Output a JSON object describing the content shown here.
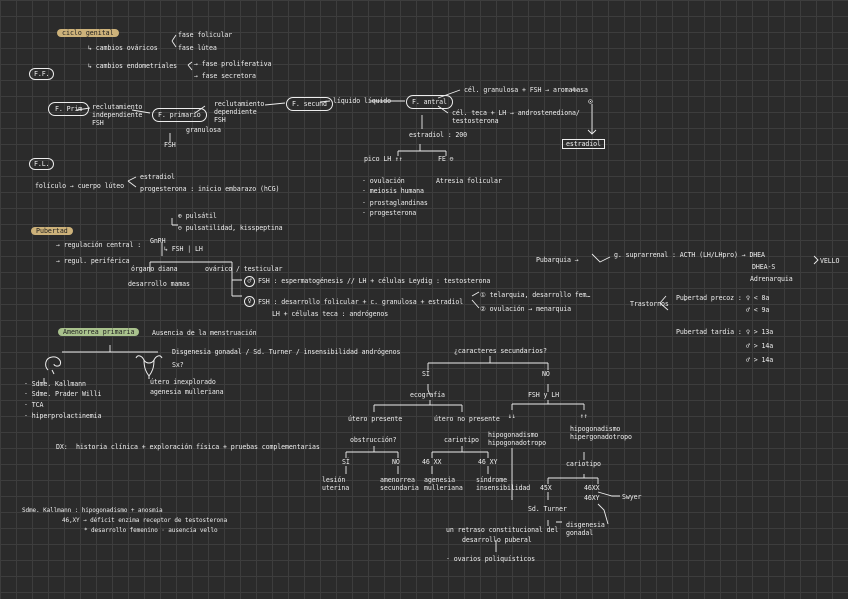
{
  "ciclo": {
    "header": "ciclo genital",
    "cambios_ovaricos": "cambios ováricos",
    "fase_folicular": "fase folicular",
    "fase_lutea": "fase lútea",
    "cambios_endometriales": "cambios endometriales",
    "fase_proliferativa": "fase proliferativa",
    "fase_secretora": "fase secretora"
  },
  "ff": {
    "label": "F.F.",
    "node_primordial": "F. Prim",
    "reclutamiento_indep": "reclutamiento independiente FSH",
    "node_primario": "F. primario",
    "granulosa": "granulosa",
    "fsh": "FSH",
    "reclutamiento_dep": "reclutamiento dependiente FSH",
    "node_secundario": "F. secund",
    "liquido": "líquido líquido",
    "node_antral": "F. antral",
    "cel_granulosa": "cél. granulosa + FSH → aromatasa",
    "cel_teca": "cél. teca + LH → androstenediona/ testosterona",
    "estradiol_box": "estradiol",
    "estradiol_200": "estradiol : 200",
    "pico_lh": "pico LH ↑↑",
    "fe_minus": "FE ⊖",
    "ovulacion": "· ovulación",
    "meiosis": "· meiosis humana",
    "prostaglandinas": "· prostaglandinas",
    "progesterona_item": "· progesterona",
    "atresia": "Atresia folicular"
  },
  "fl": {
    "label": "F.L.",
    "line1": "folículo → cuerpo lúteo",
    "estradiol": "estradiol",
    "progesterona": "progesterona : inicio embarazo (hCG)"
  },
  "pubertad": {
    "header": "Pubertad",
    "regulacion_central": "→ regulación central :",
    "regul_periferica": "→ regul. periférica",
    "gnrh_plus": "⊕ pulsátil",
    "gnrh_minus": "⊖ pulsatilidad, kisspeptina",
    "gnrh": "GnRH",
    "fsh_lh": "↳ FSH | LH",
    "organo_diana": "órgano diana",
    "desarrollo_mamas": "desarrollo mamas",
    "ovario_testicular": "ovárico / testicular",
    "male_line": "FSH : espermatogénesis // LH + células Leydig : testosterona",
    "female_line1": "FSH : desarrollo folicular + c. granulosa + estradiol",
    "female_line2": "LH + células teca : andrógenos",
    "female_b1": "① telarquia, desarrollo fem…",
    "female_b2": "② ovulación → menarquia",
    "pubarquia": "Pubarquia →",
    "suprarrenal": "g. suprarrenal : ACTH (LH/LHpro) → DHEA",
    "dheas": "DHEA-S",
    "vello": "VELLO",
    "adrenarquia": "Adrenarquia",
    "trastornos": "Trastornos",
    "precoz": "Pubertad precoz :",
    "precoz_f": "♀ < 8a",
    "precoz_m": "♂ < 9a",
    "tardia": "Pubertad tardía :",
    "tardia_f": "♀ > 13a",
    "tardia_m": "♂ > 14a",
    "tardia_o": "♂ > 14a"
  },
  "amenorrea": {
    "header": "Amenorrea primaria",
    "header_rest": "Ausencia de la menstruación",
    "disgenesia": "Disgenesia gonadal / Sd. Turner / insensibilidad andrógenos",
    "sx": "Sx?",
    "utero": "útero inexplorado",
    "agenesia": "agenesia mulleriana",
    "sd_list1": "· Sdme. Kallmann",
    "sd_list2": "· Sdme. Prader Willi",
    "sd_list3": "· TCA",
    "sd_list4": "· hiperprolactinemia",
    "dx": "DX:",
    "dx_text": "historia clínica + exploración física + pruebas complementarias",
    "caracteres": "¿caracteres secundarios?",
    "si": "SÍ",
    "no": "NO",
    "ecografia": "ecografía",
    "fsh_lh": "FSH y LH",
    "utero_presente": "útero presente",
    "utero_no_presente": "útero no presente",
    "obstruccion": "obstrucción?",
    "cariotipo": "cariotipo",
    "hipogonadismo": "hipogonadismo hipogonadotropo",
    "hiper_hipogonadismo": "hipogonadismo hipergonadotropo",
    "si2": "SÍ",
    "no2": "NO",
    "k46xx": "46 XX",
    "k46xy": "46 XY",
    "uterina": "lesión uterina",
    "amenorrea_sec": "amenorrea secundaria",
    "agenesia2": "agenesia mulleriana",
    "insens": "síndrome insensibilidad",
    "down_down": "↓↓",
    "up_up": "↑↑",
    "cariotipo2": "cariotipo",
    "k45x": "45X",
    "k46xx2": "46XX",
    "k46xy2": "46XY",
    "swyer": "Swyer",
    "sd_turner": "Sd. Turner",
    "disgenesia2": "disgenesia gonadal",
    "retraso": "un retraso constitucional del",
    "desarrollo": "desarrollo puberal",
    "ovarios": "· ovarios poliquísticos",
    "note1": "Sdme. Kallmann : hipogonadismo + anosmia",
    "note2": "46,XY → déficit enzima receptor de testosterona",
    "note3": "* desarrollo femenino · ausencia vello"
  },
  "marks": {
    "ff_circle_plus": "⊕",
    "clock": "⊙"
  }
}
